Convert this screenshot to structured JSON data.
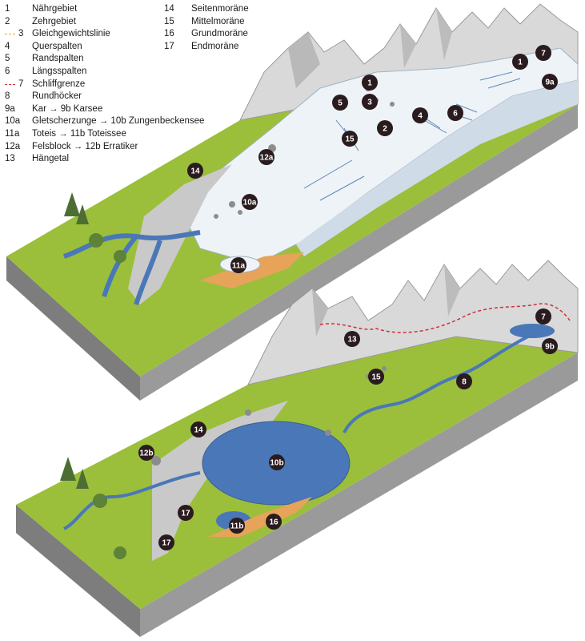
{
  "legend_left": [
    {
      "num": "1",
      "text": "Nährgebiet"
    },
    {
      "num": "2",
      "text": "Zehrgebiet"
    },
    {
      "num": "3",
      "text": "Gleichgewichtslinie",
      "line_color": "#e8a33c"
    },
    {
      "num": "4",
      "text": "Querspalten"
    },
    {
      "num": "5",
      "text": "Randspalten"
    },
    {
      "num": "6",
      "text": "Längsspalten"
    },
    {
      "num": "7",
      "text": "Schliffgrenze",
      "line_color": "#d0303a"
    },
    {
      "num": "8",
      "text": "Rundhöcker"
    },
    {
      "num": "9a",
      "text": "Kar → 9b Karsee"
    },
    {
      "num": "10a",
      "text": "Gletscherzunge → 10b Zungenbeckensee"
    },
    {
      "num": "11a",
      "text": "Toteis → 11b Toteissee"
    },
    {
      "num": "12a",
      "text": "Felsblock → 12b Erratiker"
    },
    {
      "num": "13",
      "text": "Hängetal"
    }
  ],
  "legend_right": [
    {
      "num": "14",
      "text": "Seitenmoräne"
    },
    {
      "num": "15",
      "text": "Mittelmoräne"
    },
    {
      "num": "16",
      "text": "Grundmoräne"
    },
    {
      "num": "17",
      "text": "Endmoräne"
    }
  ],
  "markers_top": [
    "1",
    "7",
    "9a",
    "1",
    "5",
    "3",
    "2",
    "4",
    "6",
    "15",
    "12a",
    "14",
    "10a",
    "11a"
  ],
  "markers_bottom": [
    "13",
    "7",
    "9b",
    "15",
    "8",
    "14",
    "12b",
    "10b",
    "17",
    "17",
    "11b",
    "16"
  ],
  "colors": {
    "grass": "#9bbf3a",
    "grass_dark": "#7fa52e",
    "ice": "#e9f0f6",
    "water": "#4a77b8",
    "rock": "#d2d2d2",
    "earth_side": "#8a8a8a",
    "gravel": "#bdbdbd",
    "sand": "#e7a35a",
    "marker": "#2a1b1e"
  }
}
